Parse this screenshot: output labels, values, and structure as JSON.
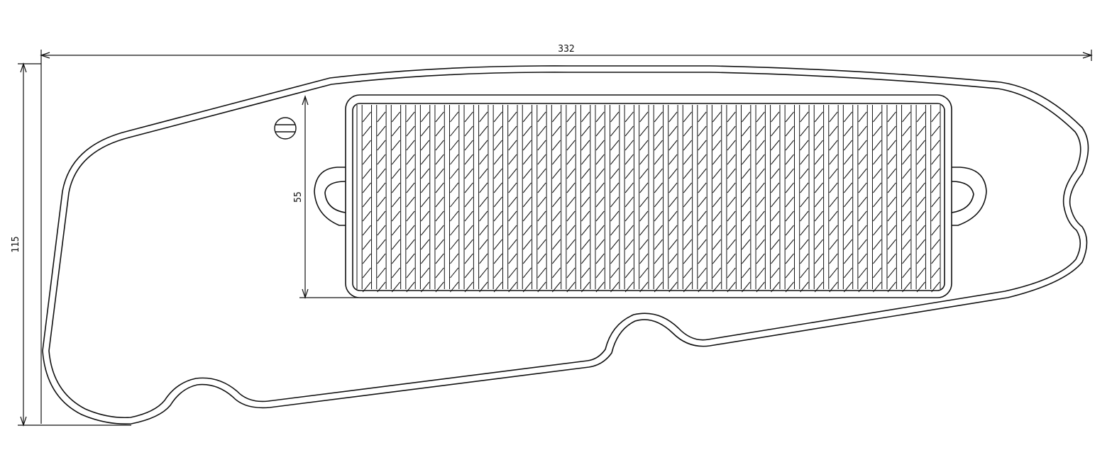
{
  "drawing": {
    "dimensions": {
      "overall_width": "332",
      "overall_height": "115",
      "element_height": "55"
    },
    "line_color": "#111111",
    "background": "#ffffff",
    "filter_pleat_count": 40
  }
}
